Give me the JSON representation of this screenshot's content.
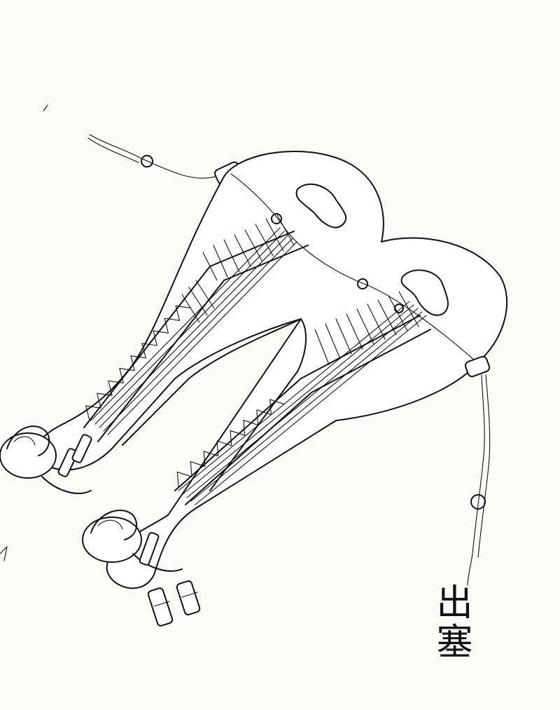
{
  "caption": "出塞",
  "icons": {
    "instrument": "konghou-harp-drawing",
    "tassel": "tassel-ornament",
    "cord": "hanging-cord"
  },
  "colors": {
    "ink": "#111111",
    "paper": "#fbfbfa"
  }
}
